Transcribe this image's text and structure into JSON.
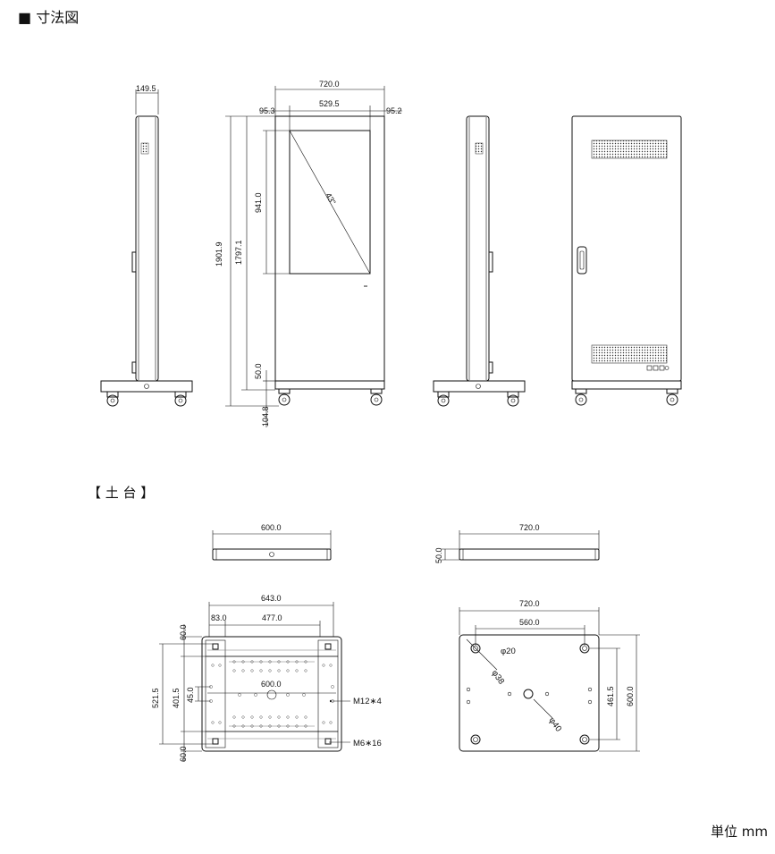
{
  "page": {
    "title": "■ 寸法図",
    "base_title": "【 土 台 】",
    "unit": "単位 mm"
  },
  "dims": {
    "side_depth": "149.5",
    "front_width": "720.0",
    "left_margin": "95.3",
    "screen_width": "529.5",
    "right_margin": "95.2",
    "total_height": "1901.9",
    "body_height": "1797.1",
    "screen_height": "941.0",
    "diag": "43\"",
    "base_thick": "50.0",
    "caster": "104.8",
    "base_w1": "600.0",
    "base_w2": "720.0",
    "base_t": "50.0",
    "top_643": "643.0",
    "top_83": "83.0",
    "top_477": "477.0",
    "top_600": "600.0",
    "h60a": "60.0",
    "h5215": "521.5",
    "h4015": "401.5",
    "h45": "45.0",
    "h60b": "60.0",
    "m12": "M12∗4",
    "m6": "M6∗16",
    "bot_720": "720.0",
    "bot_560": "560.0",
    "bot_4615": "461.5",
    "bot_600": "600.0",
    "phi20": "φ20",
    "phi38": "φ38",
    "phi40": "φ40"
  }
}
